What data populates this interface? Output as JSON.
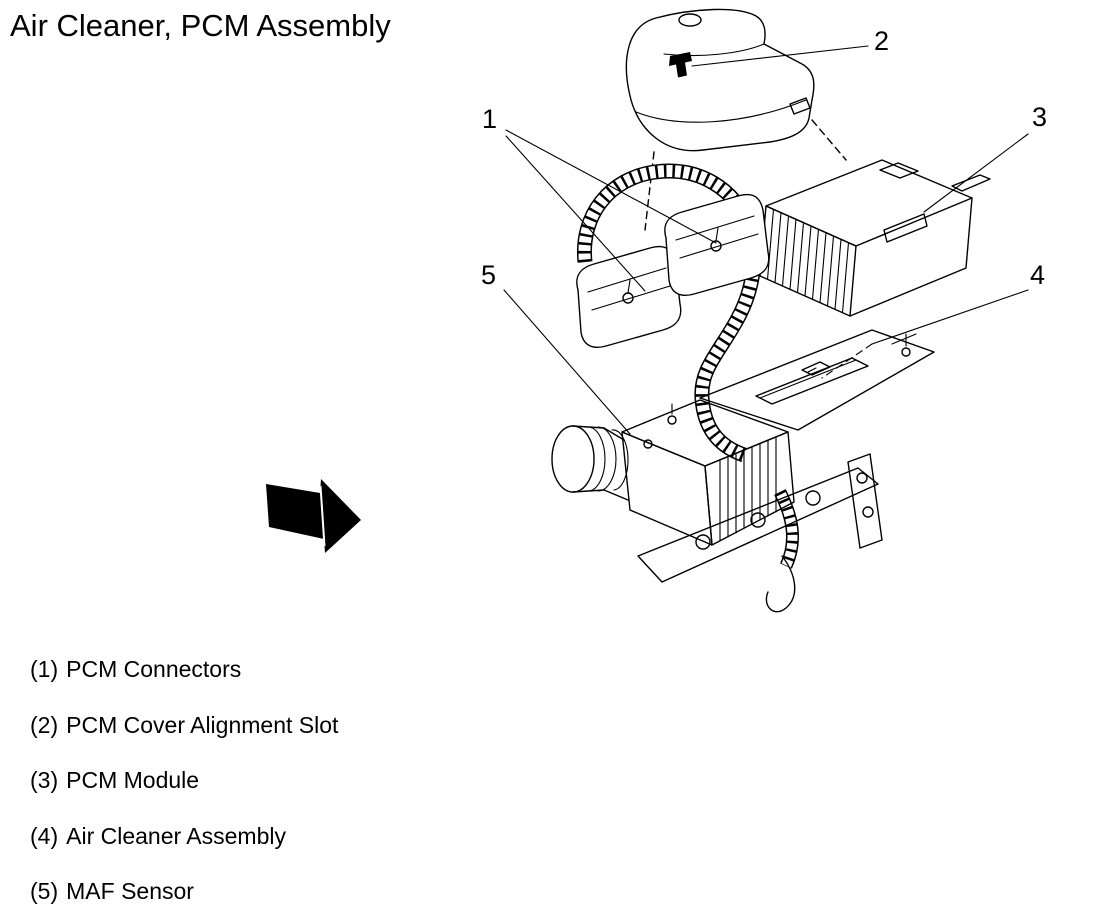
{
  "title": "Air Cleaner, PCM Assembly",
  "callouts": [
    "1",
    "2",
    "3",
    "4",
    "5"
  ],
  "legend": {
    "items": [
      {
        "number": "(1)",
        "text": "PCM Connectors"
      },
      {
        "number": "(2)",
        "text": "PCM Cover Alignment Slot"
      },
      {
        "number": "(3)",
        "text": "PCM Module"
      },
      {
        "number": "(4)",
        "text": "Air Cleaner Assembly"
      },
      {
        "number": "(5)",
        "text": "MAF Sensor"
      }
    ]
  },
  "icons": {
    "direction_arrow": "solid-forward-arrow"
  },
  "colors": {
    "line": "#000000",
    "background": "#ffffff"
  }
}
